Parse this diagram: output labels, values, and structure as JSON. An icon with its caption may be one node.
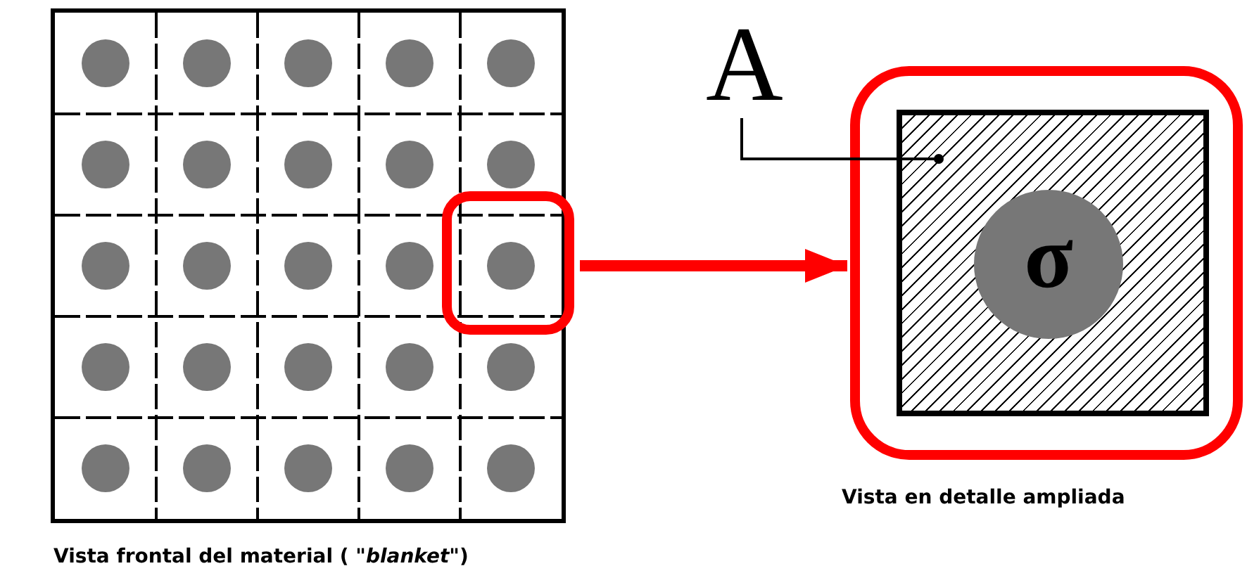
{
  "diagram": {
    "nodes": [
      {
        "text": [],
        "shape": "box",
        "beside": [
          "Vista frontal del material ( \"*blanket*\")"
        ]
      },
      {
        "text": [],
        "shape": "box"
      },
      {
        "text": [],
        "shape": "box",
        "beside": [
          "Vista en detalle ampliada"
        ]
      },
      {
        "text": [],
        "shape": "box",
        "in": 2
      },
      {
        "text": [
          "σ"
        ],
        "in": 3
      },
      {
        "text": [
          "A"
        ]
      }
    ],
    "edges": [
      {
        "from": 1,
        "to": 2,
        "arrow": "to",
        "style": "thick",
        "color": "#ff0000"
      },
      {
        "from": 5,
        "to": 3,
        "arrow": "other",
        "color": "#000000"
      }
    ]
  }
}
